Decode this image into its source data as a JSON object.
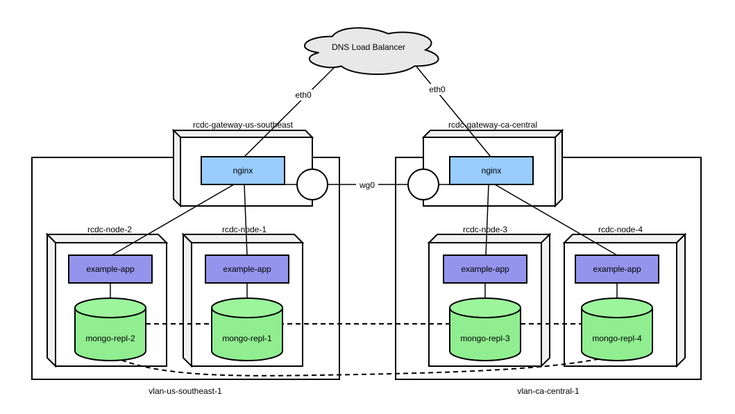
{
  "diagram": {
    "cloud_label": "DNS Load Balancer",
    "edge_labels": {
      "eth0_left": "eth0",
      "eth0_right": "eth0",
      "wg0": "wg0"
    },
    "gateways": [
      {
        "name": "rcdc-gateway-us-southeast",
        "service": "nginx"
      },
      {
        "name": "rcdc-gateway-ca-central",
        "service": "nginx"
      }
    ],
    "vlans": [
      {
        "name": "vlan-us-southeast-1"
      },
      {
        "name": "vlan-ca-central-1"
      }
    ],
    "nodes": [
      {
        "name": "rcdc-node-2",
        "app": "example-app",
        "database": "mongo-repl-2"
      },
      {
        "name": "rcdc-node-1",
        "app": "example-app",
        "database": "mongo-repl-1"
      },
      {
        "name": "rcdc-node-3",
        "app": "example-app",
        "database": "mongo-repl-3"
      },
      {
        "name": "rcdc-node-4",
        "app": "example-app",
        "database": "mongo-repl-4"
      }
    ],
    "colors": {
      "nginx_fill": "#99ccff",
      "app_fill": "#9494ec",
      "db_fill": "#90ee90",
      "db_top_fill": "#9cf49c",
      "bevel_fill": "#f0f0f0",
      "cloud_fill": "#e8e8e8",
      "stroke": "#000000",
      "canvas": "#ffffff"
    }
  }
}
